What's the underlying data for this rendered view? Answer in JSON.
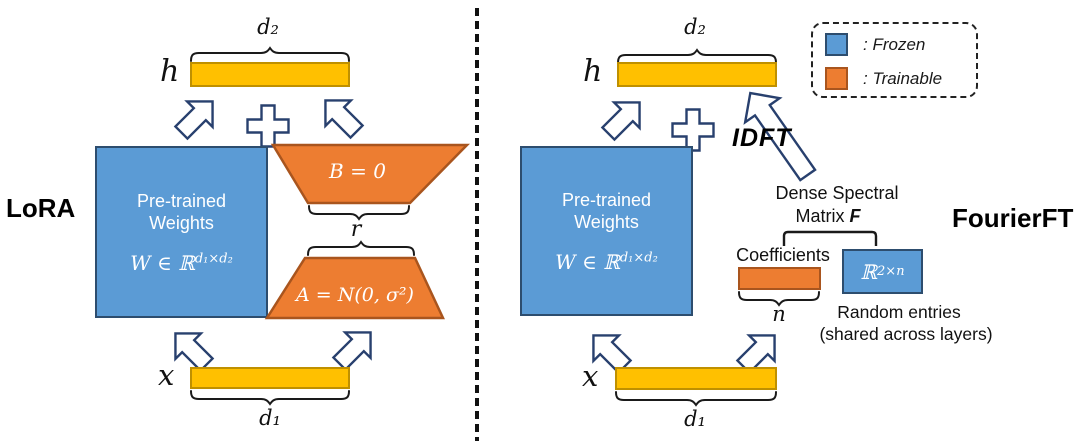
{
  "colors": {
    "frozen_blue": "#5B9BD5",
    "frozen_blue_border": "#2D4D6E",
    "trainable_orange": "#ED7D31",
    "trainable_orange_border": "#A9551E",
    "vector_yellow": "#FFC000",
    "vector_yellow_border": "#BF9000",
    "arrow_outline": "#28406E"
  },
  "legend": {
    "frozen": ": Frozen",
    "trainable": ": Trainable"
  },
  "lora": {
    "title": "LoRA",
    "h": "h",
    "d2": "d₂",
    "x": "x",
    "d1": "d₁",
    "r": "r",
    "pretrained1": "Pre-trained",
    "pretrained2": "Weights",
    "w_base": "W ∈ ℝ",
    "w_sup": "d₁×d₂",
    "b": "B = 0",
    "a": "A = N(0, σ²)"
  },
  "fourierft": {
    "title": "FourierFT",
    "h": "h",
    "d2": "d₂",
    "x": "x",
    "d1": "d₁",
    "n": "n",
    "pretrained1": "Pre-trained",
    "pretrained2": "Weights",
    "w_base": "W ∈ ℝ",
    "w_sup": "d₁×d₂",
    "idft": "IDFT",
    "dense1": "Dense Spectral",
    "dense2_prefix": "Matrix",
    "dense2_f": "F",
    "coefficients": "Coefficients",
    "r2n_base": "ℝ",
    "r2n_sup": "2×n",
    "random1": "Random entries",
    "random2": "(shared across layers)"
  }
}
